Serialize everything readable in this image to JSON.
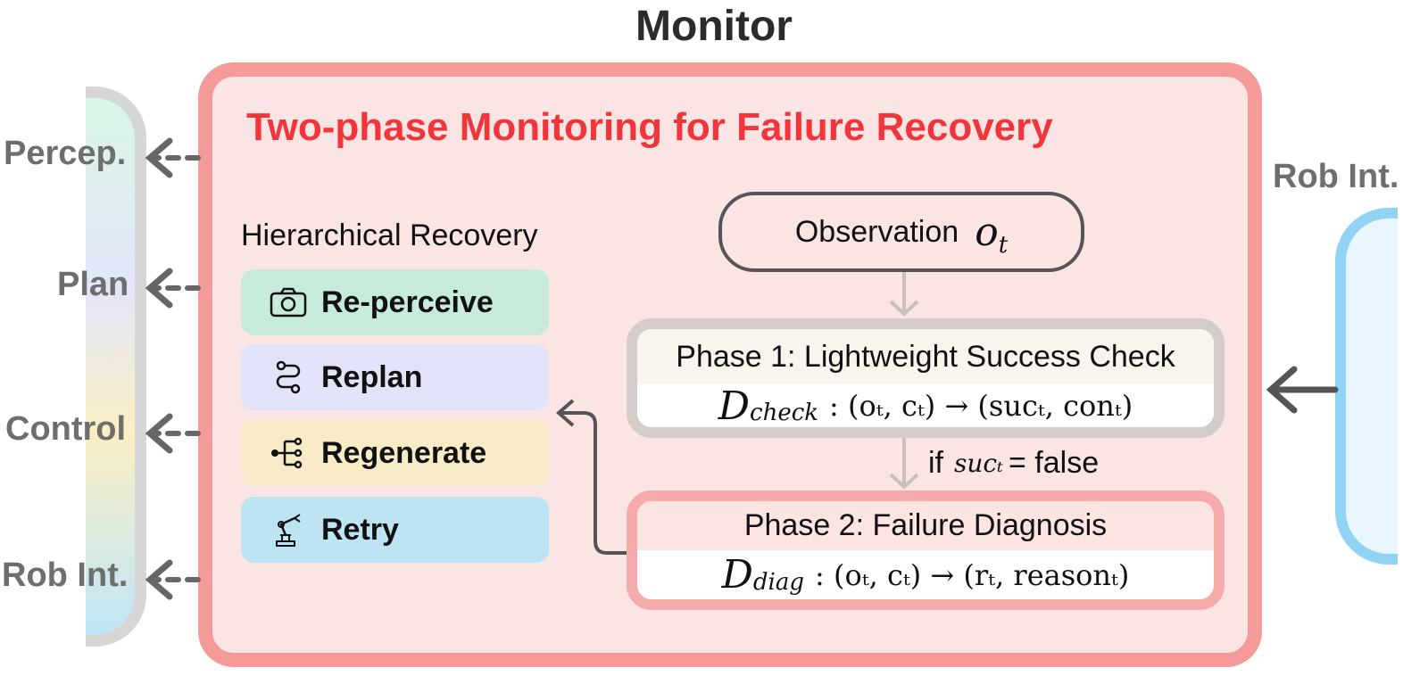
{
  "title": "Monitor",
  "left_modules": [
    "Percep.",
    "Plan",
    "Control",
    "Rob Int."
  ],
  "right_module": "Rob Int.",
  "heading": "Two-phase Monitoring for Failure Recovery",
  "hierarchical": {
    "title": "Hierarchical Recovery",
    "items": [
      {
        "label": "Re-perceive",
        "icon": "camera-icon",
        "color": "#c6ebda"
      },
      {
        "label": "Replan",
        "icon": "route-icon",
        "color": "#e1e4f9"
      },
      {
        "label": "Regenerate",
        "icon": "branch-icon",
        "color": "#f8ebc8"
      },
      {
        "label": "Retry",
        "icon": "robot-arm-icon",
        "color": "#bde4f3"
      }
    ]
  },
  "observation": {
    "label": "Observation",
    "var": "o",
    "sub": "t"
  },
  "phase1": {
    "title": "Phase 1: Lightweight Success Check",
    "fn": "D",
    "fn_sub": "check",
    "formula": ": (oₜ, cₜ) → (sucₜ, conₜ)"
  },
  "condition": {
    "prefix": "if",
    "var": "sucₜ",
    "suffix": "= false"
  },
  "phase2": {
    "title": "Phase 2: Failure Diagnosis",
    "fn": "D",
    "fn_sub": "diag",
    "formula": ": (oₜ, cₜ) → (rₜ, reasonₜ)"
  },
  "colors": {
    "monitor_border": "#f49a99",
    "monitor_fill": "#fbe5e4",
    "heading": "#f0353b",
    "right_bar": "#90d3f4"
  }
}
